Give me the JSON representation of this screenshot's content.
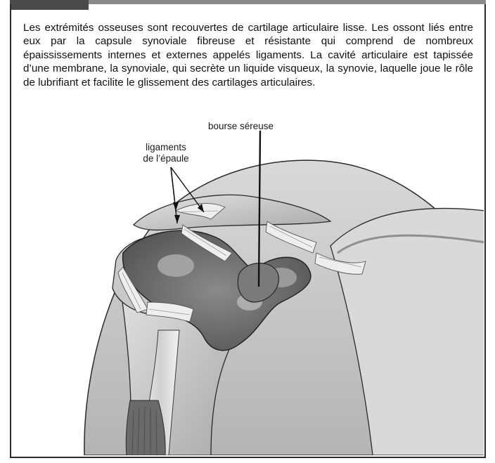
{
  "description": "Les extrémités osseuses sont recouvertes de cartilage articulaire lisse. Les ossont liés entre eux par la capsule synoviale fibreuse et résistante qui comprend de nombreux épaississements internes et externes appelés ligaments. La cavité articulaire est tapissée d’une membrane, la synoviale, qui secrète un liquide visqueux, la synovie, laquelle joue le rôle de lubrifiant et facilite le glissement des cartilages articulaires.",
  "figure": {
    "labels": {
      "bourse": "bourse séreuse",
      "ligaments_line1": "ligaments",
      "ligaments_line2": "de l’épaule"
    }
  },
  "colors": {
    "bone": "#cdcdcd",
    "bone_dark": "#9f9f9f",
    "synovial": "#6c6c6c",
    "muscle": "#bdbdbd",
    "outline": "#1f1f1f"
  }
}
